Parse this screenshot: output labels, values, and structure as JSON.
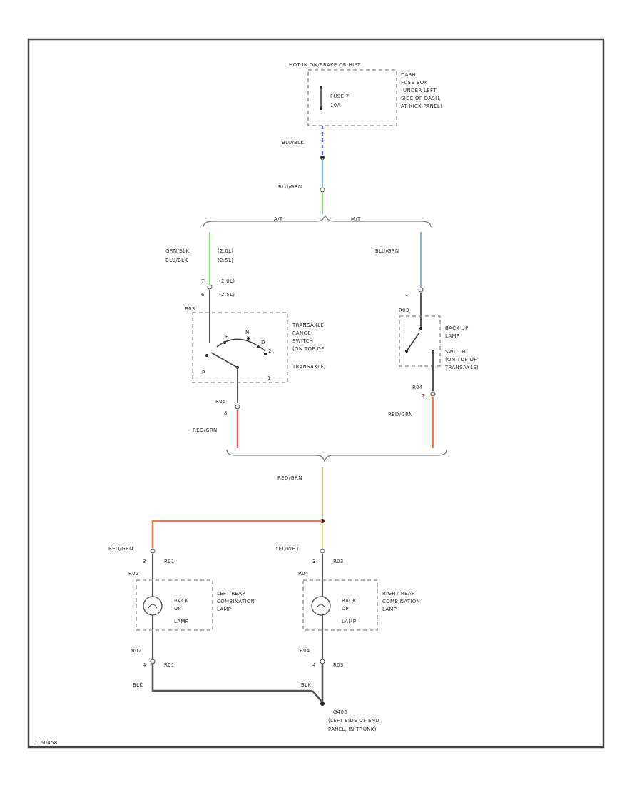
{
  "fuse_box": {
    "header": "HOT IN ON/BRAKE OR HIFT",
    "fuse": [
      "FUSE 7",
      "10A"
    ],
    "location": [
      "DASH",
      "FUSE BOX",
      "(UNDER LEFT",
      "SIDE OF DASH,",
      "AT KICK PANEL)"
    ]
  },
  "wires": {
    "fuse_out": "BLU/BLK",
    "main_feed": "BLU/GRN",
    "at_branch_1": "GRN/BLK",
    "at_branch_1_note": "(2.0L)",
    "at_branch_2": "BLU/BLK",
    "at_branch_2_note": "(2.5L)",
    "mt_branch": "BLU/GRN",
    "tr_out": "RED/GRN",
    "bl_out": "RED/GRN",
    "merge": "RED/GRN",
    "left_lamp_in": "RED/GRN",
    "right_lamp_in": "YEL/WHT",
    "ground_left": "BLK",
    "ground_right": "BLK"
  },
  "branches": {
    "at": "A/T",
    "mt": "M/T"
  },
  "transaxle_switch": {
    "pin_top_1": "7",
    "pin_top_1_note": "(2.0L)",
    "pin_top_2": "6",
    "pin_top_2_note": "(2.5L)",
    "connector": "R03",
    "label": [
      "TRANSAXLE",
      "RANGE",
      "SWITCH",
      "(ON TOP OF",
      "TRANSAXLE)"
    ],
    "contacts": [
      "P",
      "R",
      "N",
      "D",
      "2",
      "1"
    ],
    "connector_bottom": "R05",
    "pin_bottom": "8"
  },
  "backup_switch": {
    "pin_top": "1",
    "connector": "R03",
    "label": [
      "BACK UP",
      "LAMP",
      "SWITCH",
      "(ON TOP OF",
      "TRANSAXLE)"
    ],
    "connector_bottom": "R04",
    "pin_bottom": "2"
  },
  "left_lamp": {
    "pin_top": "3",
    "conn_top": "R01",
    "connector": "R02",
    "name": [
      "BACK",
      "UP",
      "LAMP"
    ],
    "label": [
      "LEFT REAR",
      "COMBINATION",
      "LAMP"
    ],
    "conn_bottom": "R02",
    "pin_bottom": "4",
    "conn_bottom_2": "R01"
  },
  "right_lamp": {
    "pin_top": "3",
    "conn_top": "R03",
    "connector": "R04",
    "name": [
      "BACK",
      "UP",
      "LAMP"
    ],
    "label": [
      "RIGHT REAR",
      "COMBINATION",
      "LAMP"
    ],
    "conn_bottom": "R04",
    "pin_bottom": "4",
    "conn_bottom_2": "R03"
  },
  "ground": {
    "id": "G406",
    "label": [
      "(LEFT SIDE OF END",
      "PANEL, IN TRUNK)"
    ]
  },
  "figure_id": "150458",
  "colors": {
    "blue": "#5b5bff",
    "light_blue": "#7ab8e8",
    "green": "#8fd47a",
    "red": "#ff4f4f",
    "orange_red": "#f07a4a",
    "tan": "#d8c08a",
    "yellow": "#e8e070",
    "dark": "#555555"
  }
}
